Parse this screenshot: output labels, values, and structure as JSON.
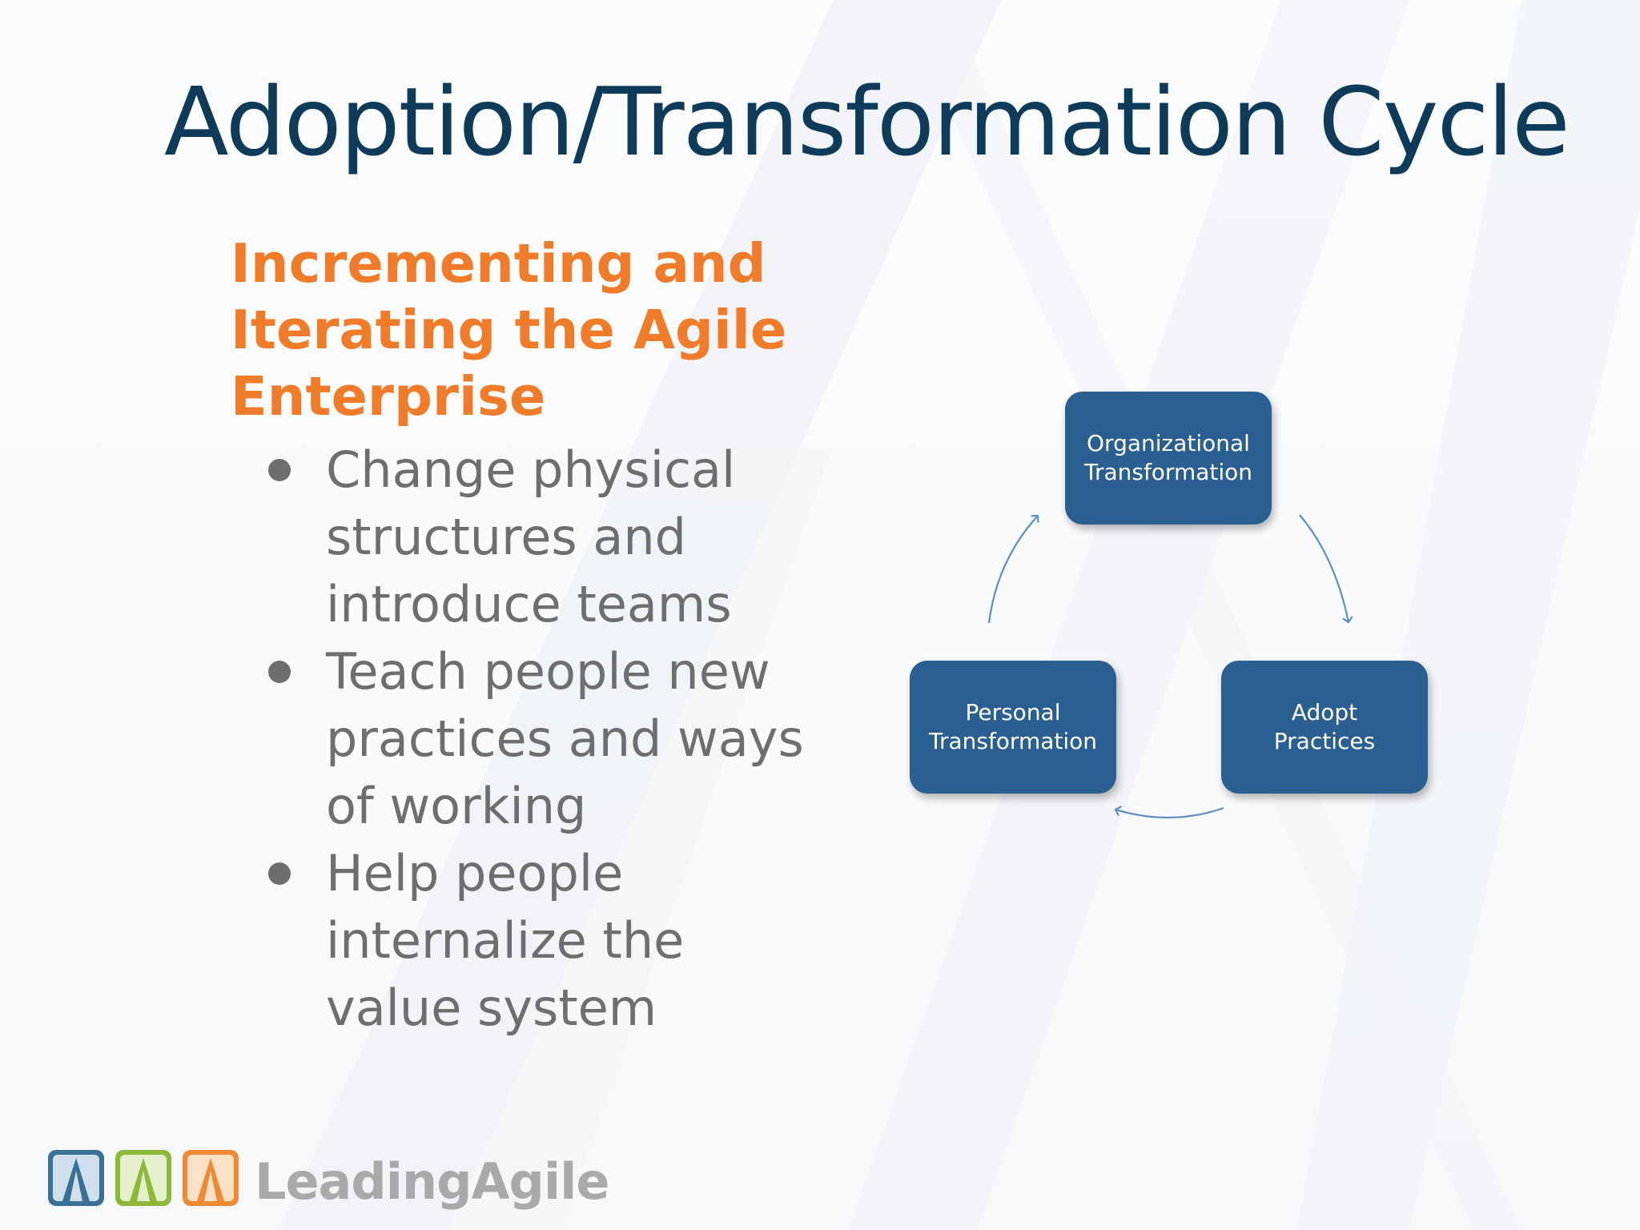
{
  "slide": {
    "title": "Adoption/Transformation Cycle",
    "subtitle": "Incrementing and Iterating the Agile Enterprise",
    "bullets": [
      "Change physical structures and introduce teams",
      "Teach people new practices and ways of working",
      "Help people internalize the value system"
    ]
  },
  "diagram": {
    "nodes": {
      "org": "Organizational\nTransformation",
      "personal": "Personal\nTransformation",
      "adopt": "Adopt\nPractices"
    },
    "node_color": "#2a5f92",
    "arrow_color": "#5b8fc4"
  },
  "logo": {
    "name": "LeadingAgile",
    "tile_colors": [
      "#3a6f96",
      "#8db83a",
      "#f08a32"
    ]
  },
  "colors": {
    "title": "#0f3b5a",
    "subtitle": "#f07c2a",
    "body": "#6e6e6e"
  }
}
